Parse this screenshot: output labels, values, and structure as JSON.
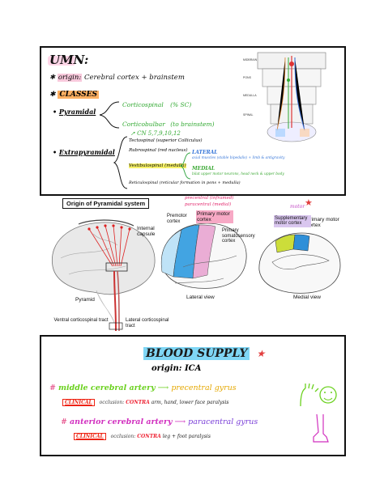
{
  "umn": {
    "title": "UMN:",
    "origin_prefix": "origin:",
    "origin_text": "Cerebral cortex + brainstem",
    "classes": "CLASSES",
    "pyramidal": "Pyramidal",
    "corticospinal": "Corticospinal",
    "cs_note": "(% SC)",
    "corticobulbar": "Corticobulbar",
    "cb_note": "(to brainstem)",
    "cn": "CN 5,7,9,10,12",
    "extrapyramidal": "Extrapyramidal",
    "tectospinal": "Tectospinal (superior Colliculus)",
    "rubrospinal": "Rubrospinal (red nucleus)",
    "vestibulospinal": "Vestibulospinal (medulla)",
    "lateral": "LATERAL",
    "lateral_note": "axial muscles (stable bipedalis) + limb & antigravity",
    "medial": "MEDIAL",
    "medial_note": "bilat upper motor neurons, head neck & upper body",
    "reticulospinal": "Reticulospinal (reticular formation in pons + medulla)"
  },
  "pyr_figure": {
    "title": "Origin of Pyramidal system",
    "internal_capsule": "Internal capsule",
    "pyramid": "Pyramid",
    "ventral": "Ventral corticospinal tract",
    "lateral": "Lateral corticospinal tract"
  },
  "cortex_figure": {
    "precentral": "precentral (inframed)",
    "precentral2": "paracentral (medial)",
    "premotor": "Premotor cortex",
    "primary_motor": "Primary motor cortex",
    "primary_somato": "Primary somatosensory cortex",
    "lateral_view": "Lateral view",
    "medial_view": "Medial view",
    "motor_tag": "motor",
    "primary_motor_right": "Primary motor cortex",
    "supplementary": "Supplementary motor cortex",
    "star": "★"
  },
  "blood": {
    "title": "BLOOD SUPPLY",
    "origin": "origin: ICA",
    "mca_hash": "#",
    "mca": "middle cerebral artery",
    "precentral": "precentral gyrus",
    "clinical1": "CLINICAL",
    "occlusion1": "occlusion:",
    "contra1": "CONTRA",
    "mca_effect": "arm, hand, lower face paralysis",
    "aca_hash": "#",
    "aca": "anterior cerebral artery",
    "paracentral": "paracentral gyrus",
    "clinical2": "CLINICAL",
    "occlusion2": "occlusion:",
    "contra2": "CONTRA",
    "aca_effect": "leg + foot paralysis"
  },
  "colors": {
    "pink": "#ff3f8e",
    "green": "#7ad321",
    "orange": "#ff8a00",
    "blue_hl": "#38c5f5",
    "yellow_hl": "#f5f54a"
  }
}
